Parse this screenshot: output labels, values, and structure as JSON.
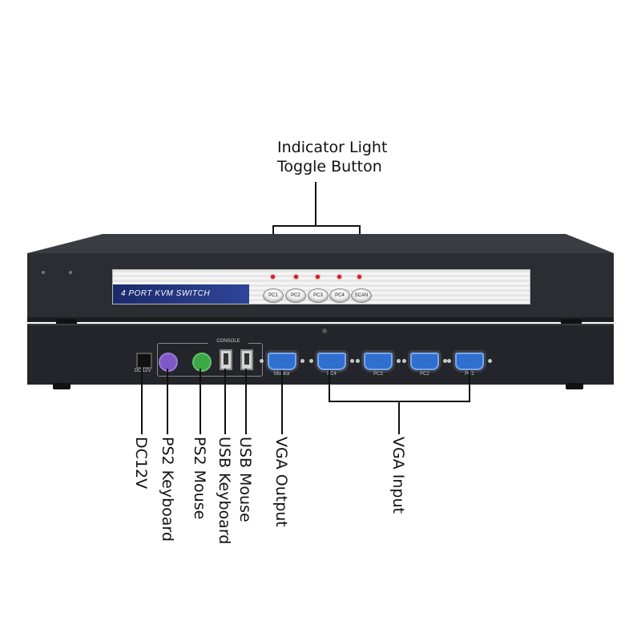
{
  "callouts": {
    "indicator_line1": "Indicator Light",
    "indicator_line2": "Toggle Button",
    "dc": "DC12V",
    "ps2_keyboard": "PS2 Keyboard",
    "ps2_mouse": "PS2 Mouse",
    "usb_keyboard": "USB Keyboard",
    "usb_mouse": "USB Mouse",
    "vga_output": "VGA Output",
    "vga_input": "VGA Input"
  },
  "device": {
    "front_label": "4 PORT KVM SWITCH",
    "buttons": [
      "PC1",
      "PC2",
      "PC3",
      "PC4",
      "SCAN"
    ],
    "console_label": "CONSOLE",
    "dc_label": "DC 12V",
    "monitor_label": "Monitor",
    "vga_ports": [
      "PC4",
      "PC3",
      "PC2",
      "PC1"
    ]
  },
  "colors": {
    "chassis": "#2b2d32",
    "vga_blue": "#2f6fd0",
    "ps2_keyboard": "#7f57c6",
    "ps2_mouse": "#39a845",
    "led": "#c2281e"
  }
}
